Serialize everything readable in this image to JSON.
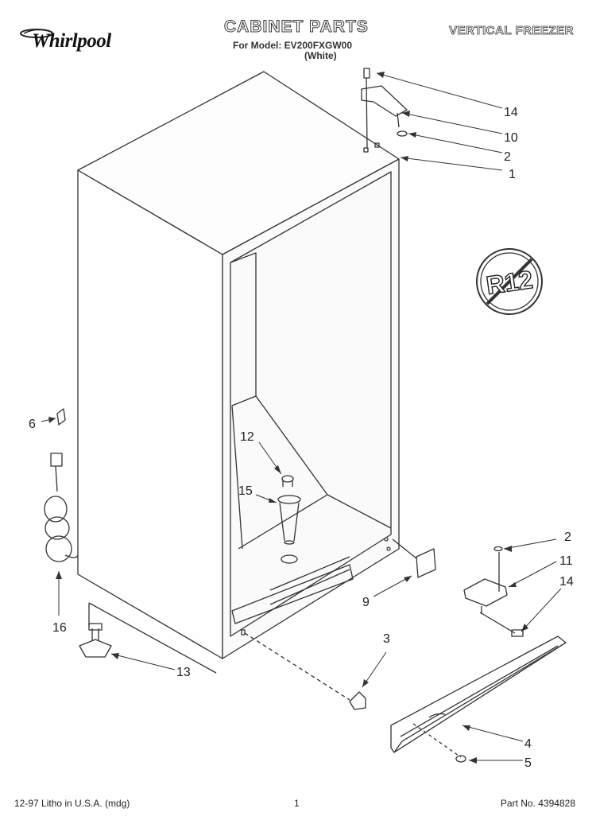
{
  "header": {
    "brand": "Whirlpool",
    "title": "CABINET PARTS",
    "for_model": "For Model: EV200FXGW00",
    "color_note": "(White)",
    "product": "VERTICAL FREEZER"
  },
  "badge": {
    "text": "R12",
    "icon": "no-r12-refrigerant-icon"
  },
  "callouts": [
    "1",
    "2",
    "10",
    "14",
    "6",
    "12",
    "15",
    "16",
    "13",
    "3",
    "9",
    "2",
    "11",
    "14",
    "4",
    "5"
  ],
  "footer": {
    "print_note": "12-97 Litho in U.S.A. (mdg)",
    "page_number": "1",
    "part_number": "Part No. 4394828"
  }
}
